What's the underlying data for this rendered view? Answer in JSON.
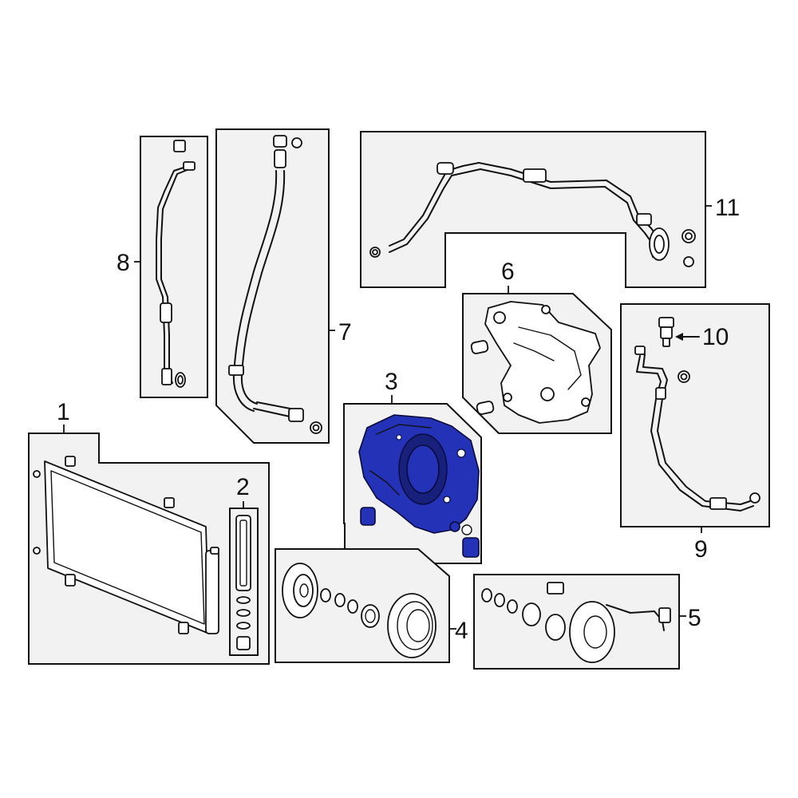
{
  "callouts": [
    {
      "id": "1",
      "label": "1"
    },
    {
      "id": "2",
      "label": "2"
    },
    {
      "id": "3",
      "label": "3"
    },
    {
      "id": "4",
      "label": "4"
    },
    {
      "id": "5",
      "label": "5"
    },
    {
      "id": "6",
      "label": "6"
    },
    {
      "id": "7",
      "label": "7"
    },
    {
      "id": "8",
      "label": "8"
    },
    {
      "id": "9",
      "label": "9"
    },
    {
      "id": "10",
      "label": "10"
    },
    {
      "id": "11",
      "label": "11"
    }
  ],
  "colors": {
    "highlight": "#2432b8",
    "panel": "#f2f2f2",
    "ink": "#111111"
  },
  "highlighted_part": "3"
}
